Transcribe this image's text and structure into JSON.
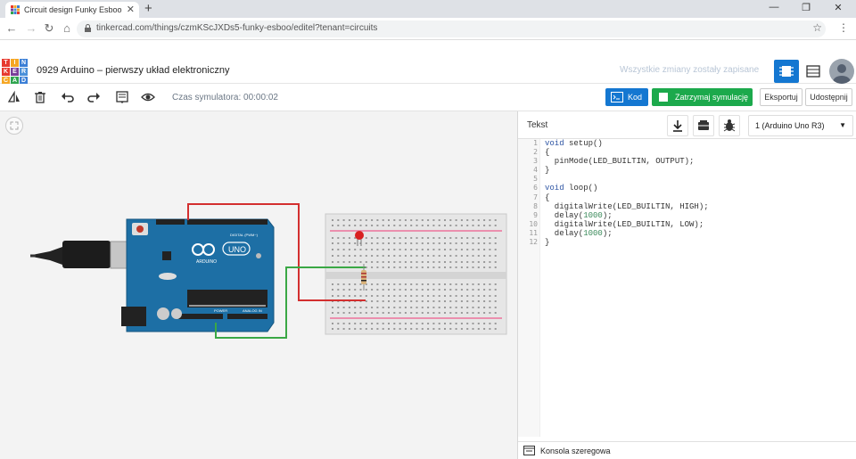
{
  "browser": {
    "tab_title": "Circuit design Funky Esboo | Tink",
    "tab_close": "✕",
    "new_tab": "+",
    "url": "tinkercad.com/things/czmKScJXDs5-funky-esboo/editel?tenant=circuits",
    "window_controls": [
      "—",
      "❐",
      "✕"
    ],
    "menu": "⋮"
  },
  "app": {
    "logo_letters": [
      "T",
      "I",
      "N",
      "K",
      "E",
      "R",
      "C",
      "A",
      "D"
    ],
    "logo_colors": [
      "#e7392e",
      "#f5a623",
      "#3b7fd6",
      "#e7392e",
      "#7a3f9a",
      "#4a90d9",
      "#f5a623",
      "#2fa44f",
      "#3b7fd6"
    ],
    "project_title": "0929 Arduino – pierwszy układ elektroniczny",
    "save_status": "Wszystkie zmiany zostały zapisane"
  },
  "toolbar": {
    "sim_time": "Czas symulatora: 00:00:02",
    "code_button": "Kod",
    "stop_button": "Zatrzymaj symulację",
    "export_button": "Eksportuj",
    "share_button": "Udostępnij"
  },
  "code_panel": {
    "mode_label": "Tekst",
    "device": "1 (Arduino Uno R3)",
    "line_numbers": [
      "1",
      "2",
      "3",
      "4",
      "5",
      "6",
      "7",
      "8",
      "9",
      "10",
      "11",
      "12"
    ],
    "console_label": "Konsola szeregowa"
  },
  "board": {
    "label_digital": "DIGITAL (PWM~)",
    "label_arduino": "ARDUINO",
    "label_uno": "UNO",
    "label_power": "POWER",
    "label_analog": "ANALOG IN"
  },
  "colors": {
    "accent_blue": "#1477d1",
    "stop_green": "#1ca94c",
    "board_blue": "#1d6fa5",
    "wire_red": "#d32f2f",
    "wire_green": "#3aa845"
  }
}
